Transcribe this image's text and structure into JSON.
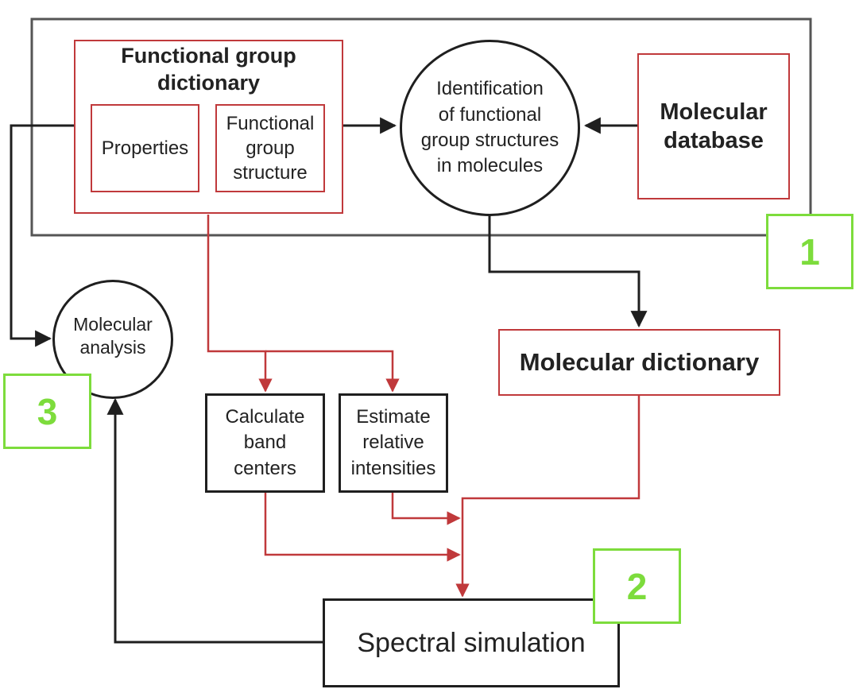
{
  "nodes": {
    "fg_dictionary_title": "Functional group\ndictionary",
    "properties": "Properties",
    "fg_structure": "Functional\ngroup\nstructure",
    "identification": "Identification\nof functional\ngroup structures\nin molecules",
    "molecular_database": "Molecular\ndatabase",
    "molecular_analysis": "Molecular\nanalysis",
    "molecular_dictionary": "Molecular dictionary",
    "calc_band_centers": "Calculate\nband\ncenters",
    "estimate_intensities": "Estimate\nrelative\nintensities",
    "spectral_simulation": "Spectral simulation"
  },
  "badges": {
    "one": "1",
    "two": "2",
    "three": "3"
  },
  "colors": {
    "red": "#c0393b",
    "dark": "#1f1f1f",
    "green": "#7ddc3c"
  }
}
